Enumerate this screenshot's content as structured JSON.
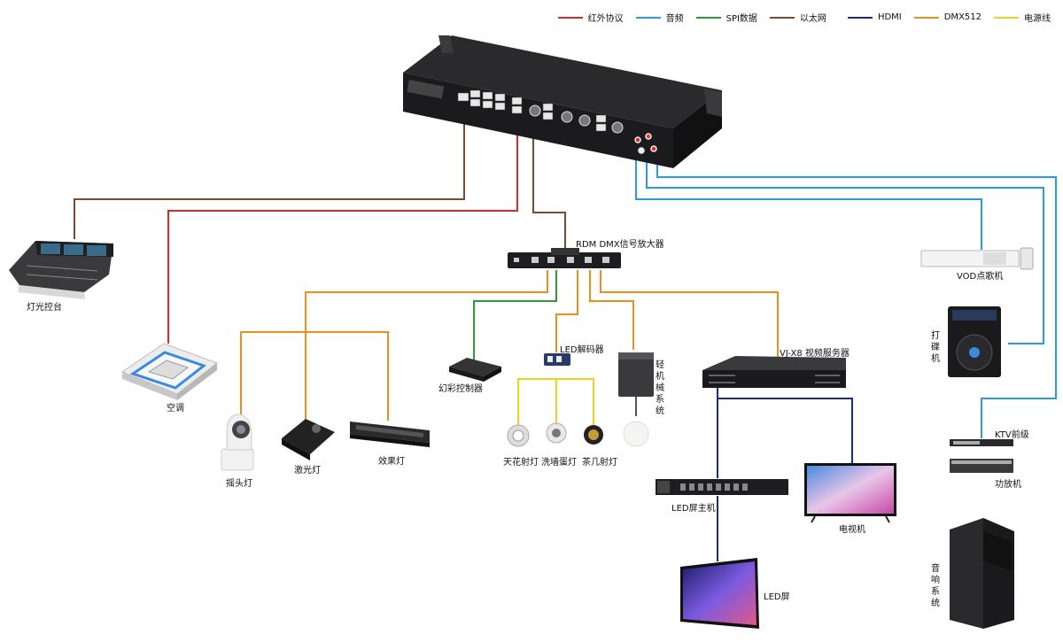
{
  "legend": [
    {
      "label": "红外协议",
      "color": "#d42a2a"
    },
    {
      "label": "音频",
      "color": "#2a9be0"
    },
    {
      "label": "SPI数据",
      "color": "#2e9b3a"
    },
    {
      "label": "以太网",
      "color": "#7a4a2a"
    },
    {
      "label": "HDMI",
      "color": "#1a2a8a"
    },
    {
      "label": "DMX512",
      "color": "#f08c1a"
    },
    {
      "label": "电源线",
      "color": "#f0d21a"
    }
  ],
  "devices": {
    "lighting_console": "灯光控台",
    "air_conditioner": "空调",
    "rdm_amplifier": "RDM DMX信号放大器",
    "moving_head": "摇头灯",
    "laser_light": "激光灯",
    "effect_light": "效果灯",
    "magic_controller": "幻彩控制器",
    "led_decoder": "LED解码器",
    "kinetic_system": "轻机械系统",
    "ceiling_spot": "天花射灯",
    "wall_washer": "洗墙蛋灯",
    "table_spot": "茶几射灯",
    "vj_server": "VJ-X8 视频服务器",
    "led_host": "LED屏主机",
    "tv": "电视机",
    "led_screen": "LED屏",
    "vod": "VOD点歌机",
    "dj_player": "打碟机",
    "ktv_pre": "KTV前级",
    "amplifier": "功放机",
    "speaker": "音响系统"
  }
}
